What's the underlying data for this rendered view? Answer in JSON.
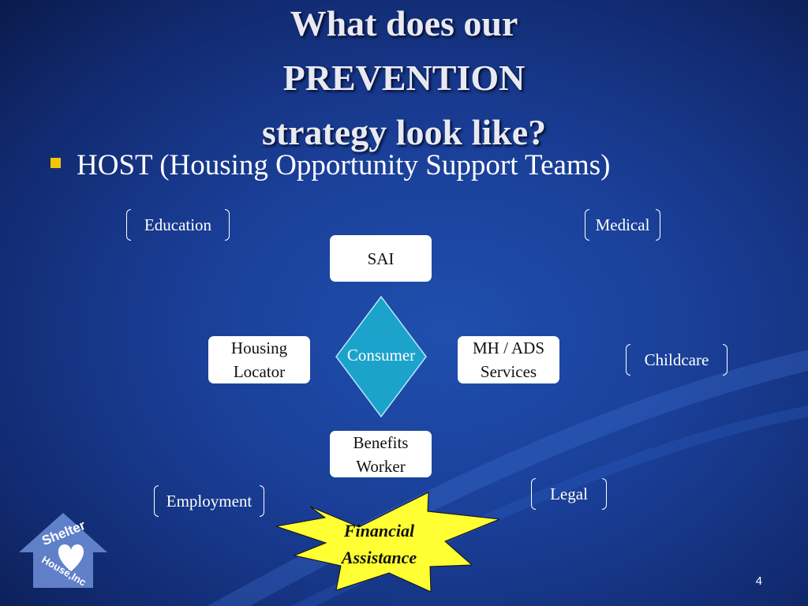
{
  "title": {
    "line1": "What does our",
    "line2": "PREVENTION",
    "line3": "strategy look like?"
  },
  "bullet": {
    "text": "HOST (Housing Opportunity Support Teams)"
  },
  "boxes": {
    "sai": "SAI",
    "housing_line1": "Housing",
    "housing_line2": "Locator",
    "mh_line1": "MH / ADS",
    "mh_line2": "Services",
    "benefits_line1": "Benefits",
    "benefits_line2": "Worker"
  },
  "center": {
    "label": "Consumer"
  },
  "brackets": {
    "education": "Education",
    "medical": "Medical",
    "childcare": "Childcare",
    "employment": "Employment",
    "legal": "Legal"
  },
  "starburst": {
    "line1": "Financial",
    "line2": "Assistance"
  },
  "logo": {
    "text1": "Shelter",
    "text2": "House,Inc"
  },
  "page_number": "4",
  "colors": {
    "diamond": "#1ba3cc",
    "star": "#ffff33",
    "bullet": "#f5c400",
    "logo": "#6e8fd8"
  }
}
